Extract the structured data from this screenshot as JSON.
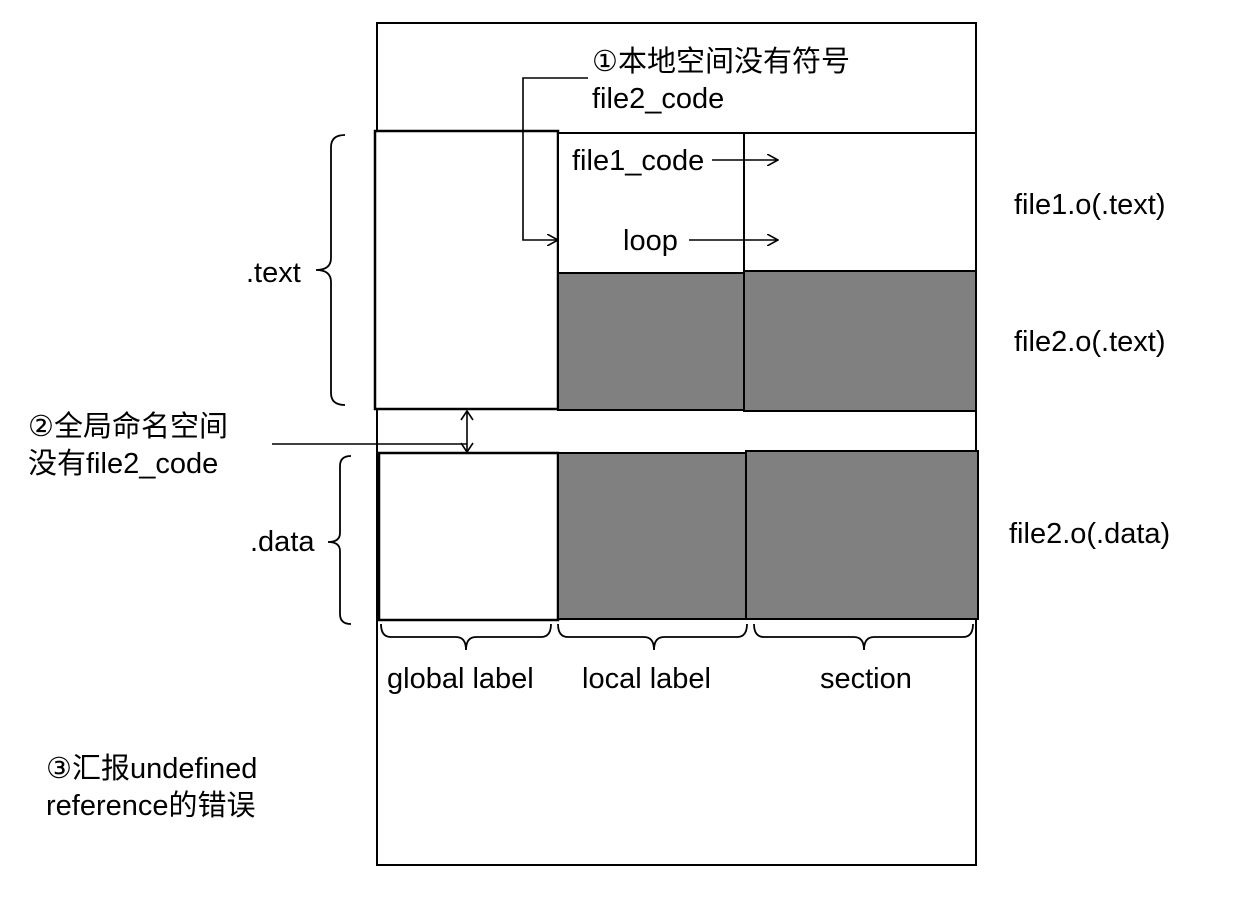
{
  "note1": {
    "line1": "①本地空间没有符号",
    "line2": "file2_code"
  },
  "note2": {
    "line1": "②全局命名空间",
    "line2": "没有file2_code"
  },
  "note3": {
    "line1": "③汇报undefined",
    "line2": "reference的错误"
  },
  "segments": {
    "text": ".text",
    "data": ".data"
  },
  "symbols": {
    "file1_code": "file1_code",
    "loop": "loop"
  },
  "rows": {
    "file1_text": "file1.o(.text)",
    "file2_text": "file2.o(.text)",
    "file2_data": "file2.o(.data)"
  },
  "columns": {
    "global": "global label",
    "local": "local label",
    "section": "section"
  },
  "colors": {
    "filled": "#808080",
    "stroke": "#000000",
    "background": "#ffffff"
  }
}
